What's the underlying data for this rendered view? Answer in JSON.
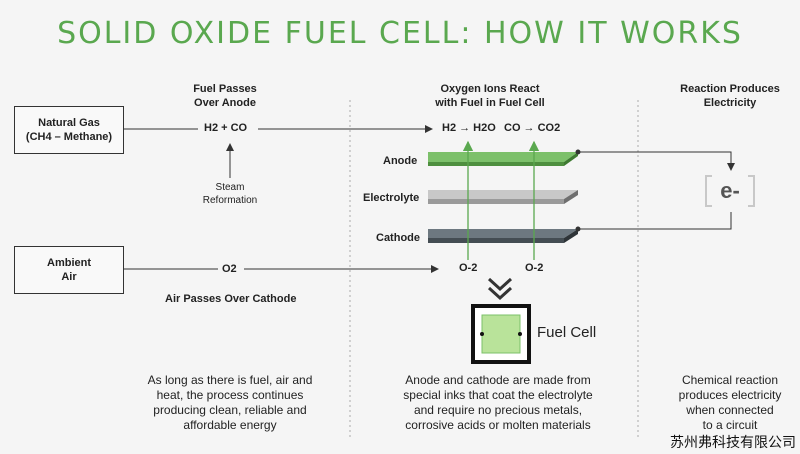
{
  "title": "SOLID OXIDE FUEL CELL: HOW IT WORKS",
  "columns": {
    "left_heading": [
      "Fuel Passes",
      "Over Anode"
    ],
    "middle_heading": [
      "Oxygen Ions React",
      "with Fuel in Fuel Cell"
    ],
    "right_heading": [
      "Reaction Produces",
      "Electricity"
    ]
  },
  "inputs": {
    "natural_gas": [
      "Natural Gas",
      "(CH4 – Methane)"
    ],
    "ambient_air": [
      "Ambient",
      "Air"
    ]
  },
  "fuel_line": {
    "h2_co": "H2 + CO",
    "steam": [
      "Steam",
      "Reformation"
    ]
  },
  "air_line": {
    "o2": "O2",
    "caption": "Air Passes Over Cathode"
  },
  "reactions": {
    "h2": "H2 → H2O",
    "co": "CO → CO2"
  },
  "layers": {
    "anode": "Anode",
    "electrolyte": "Electrolyte",
    "cathode": "Cathode"
  },
  "ions": [
    "O-2",
    "O-2"
  ],
  "electron": "e-",
  "fuel_cell_label": "Fuel Cell",
  "descriptions": {
    "left": [
      "As long as there is fuel, air and",
      "heat, the process continues",
      "producing clean, reliable and",
      "affordable energy"
    ],
    "middle": [
      "Anode and cathode are made from",
      "special inks that  coat the electrolyte",
      "and require no precious metals,",
      "corrosive acids or molten materials"
    ],
    "right": [
      "Chemical reaction",
      "produces electricity",
      "when connected",
      "to a circuit"
    ]
  },
  "company": "苏州弗科技有限公司",
  "colors": {
    "title": "#5aa84f",
    "anode": "#7cc06a",
    "electrolyte": "#b8b8b8",
    "cathode": "#5b6770",
    "ion_arrow": "#5aa84f"
  }
}
